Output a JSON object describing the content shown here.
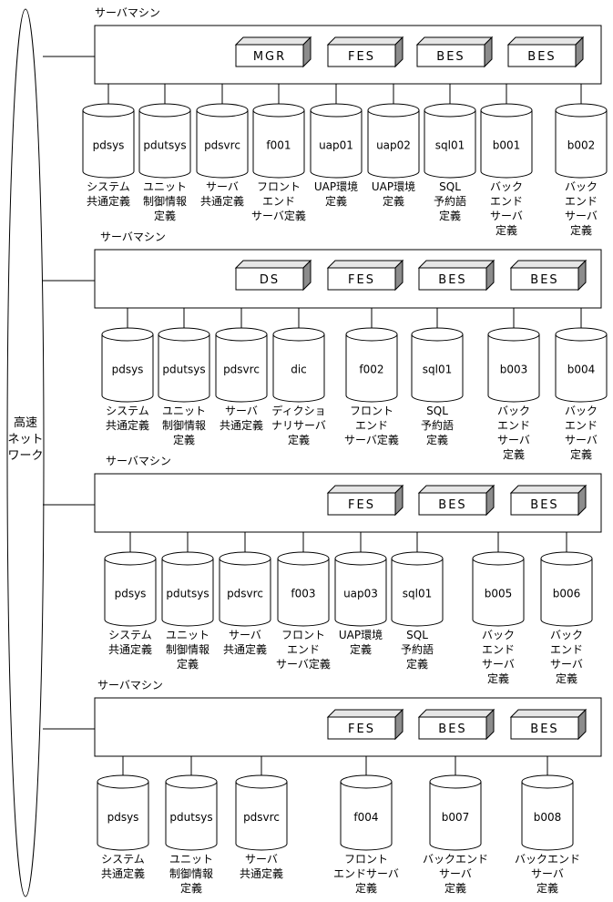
{
  "network": {
    "label": [
      "高速",
      "ネット",
      "ワーク"
    ]
  },
  "machines": [
    {
      "title": "サーバマシン",
      "servers": [
        "MGR",
        "FES",
        "BES",
        "BES"
      ],
      "disks": [
        {
          "name": "pdsys",
          "label": [
            "システム",
            "共通定義"
          ]
        },
        {
          "name": "pdutsys",
          "label": [
            "ユニット",
            "制御情報",
            "定義"
          ]
        },
        {
          "name": "pdsvrc",
          "label": [
            "サーバ",
            "共通定義"
          ]
        },
        {
          "name": "f001",
          "label": [
            "フロント",
            "エンド",
            "サーバ定義"
          ]
        },
        {
          "name": "uap01",
          "label": [
            "UAP環境",
            "定義"
          ]
        },
        {
          "name": "uap02",
          "label": [
            "UAP環境",
            "定義"
          ]
        },
        {
          "name": "sql01",
          "label": [
            "SQL",
            "予約語",
            "定義"
          ]
        },
        {
          "name": "b001",
          "label": [
            "バック",
            "エンド",
            "サーバ",
            "定義"
          ]
        },
        {
          "name": "b002",
          "label": [
            "バック",
            "エンド",
            "サーバ",
            "定義"
          ]
        }
      ]
    },
    {
      "title": "サーバマシン",
      "servers": [
        "DS",
        "FES",
        "BES",
        "BES"
      ],
      "disks": [
        {
          "name": "pdsys",
          "label": [
            "システム",
            "共通定義"
          ]
        },
        {
          "name": "pdutsys",
          "label": [
            "ユニット",
            "制御情報",
            "定義"
          ]
        },
        {
          "name": "pdsvrc",
          "label": [
            "サーバ",
            "共通定義"
          ]
        },
        {
          "name": "dic",
          "label": [
            "ディクショ",
            "ナリサーバ",
            "定義"
          ]
        },
        {
          "name": "f002",
          "label": [
            "フロント",
            "エンド",
            "サーバ定義"
          ]
        },
        {
          "name": "sql01",
          "label": [
            "SQL",
            "予約語",
            "定義"
          ]
        },
        {
          "name": "b003",
          "label": [
            "バック",
            "エンド",
            "サーバ",
            "定義"
          ]
        },
        {
          "name": "b004",
          "label": [
            "バック",
            "エンド",
            "サーバ",
            "定義"
          ]
        }
      ]
    },
    {
      "title": "サーバマシン",
      "servers": [
        "FES",
        "BES",
        "BES"
      ],
      "disks": [
        {
          "name": "pdsys",
          "label": [
            "システム",
            "共通定義"
          ]
        },
        {
          "name": "pdutsys",
          "label": [
            "ユニット",
            "制御情報",
            "定義"
          ]
        },
        {
          "name": "pdsvrc",
          "label": [
            "サーバ",
            "共通定義"
          ]
        },
        {
          "name": "f003",
          "label": [
            "フロント",
            "エンド",
            "サーバ定義"
          ]
        },
        {
          "name": "uap03",
          "label": [
            "UAP環境",
            "定義"
          ]
        },
        {
          "name": "sql01",
          "label": [
            "SQL",
            "予約語",
            "定義"
          ]
        },
        {
          "name": "b005",
          "label": [
            "バック",
            "エンド",
            "サーバ",
            "定義"
          ]
        },
        {
          "name": "b006",
          "label": [
            "バック",
            "エンド",
            "サーバ",
            "定義"
          ]
        }
      ]
    },
    {
      "title": "サーバマシン",
      "servers": [
        "FES",
        "BES",
        "BES"
      ],
      "disks": [
        {
          "name": "pdsys",
          "label": [
            "システム",
            "共通定義"
          ]
        },
        {
          "name": "pdutsys",
          "label": [
            "ユニット",
            "制御情報",
            "定義"
          ]
        },
        {
          "name": "pdsvrc",
          "label": [
            "サーバ",
            "共通定義"
          ]
        },
        {
          "name": "f004",
          "label": [
            "フロント",
            "エンドサーバ",
            "定義"
          ]
        },
        {
          "name": "b007",
          "label": [
            "バックエンド",
            "サーバ",
            "定義"
          ]
        },
        {
          "name": "b008",
          "label": [
            "バックエンド",
            "サーバ",
            "定義"
          ]
        }
      ]
    }
  ]
}
